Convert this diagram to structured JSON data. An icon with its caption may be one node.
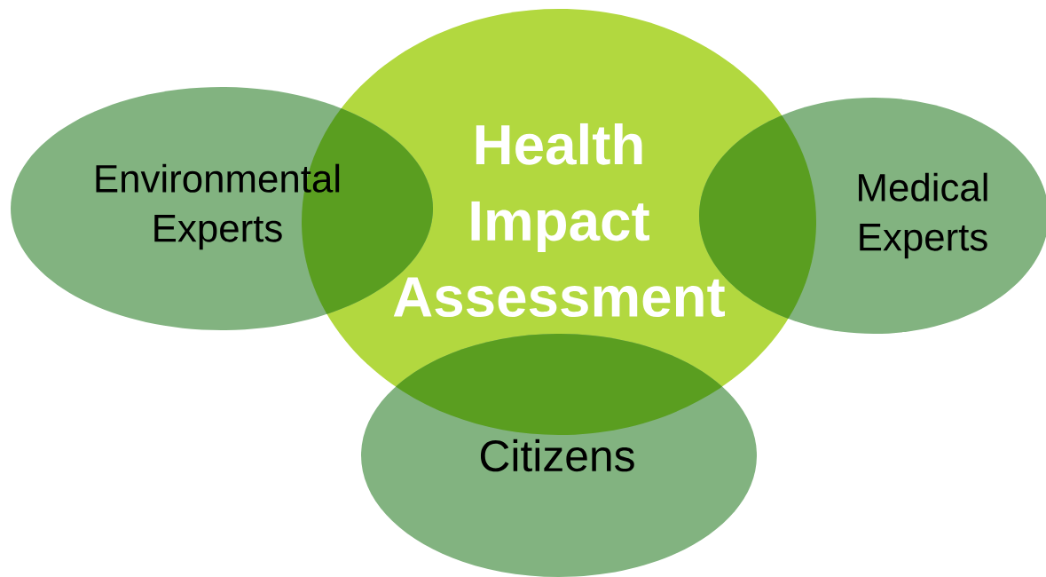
{
  "diagram": {
    "nodes": [
      {
        "text": [
          "Health Impact Assessment"
        ]
      },
      {
        "text": [
          "Environmental Experts"
        ]
      },
      {
        "text": [
          "Medical Experts"
        ]
      },
      {
        "text": [
          "Citizens"
        ]
      }
    ]
  }
}
